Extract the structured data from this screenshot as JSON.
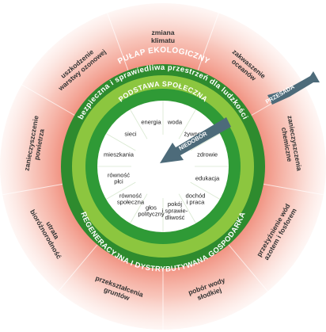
{
  "outer_ring_title": "PUŁAP EKOLOGICZNY",
  "middle_ring_title": "bezpieczna i sprawiedliwa przestrzeń dla ludzkości",
  "inner_ring_title": "PODSTAWA SPOŁECZNA",
  "bottom_ring_title": "REGENERACYJNA I DYSTRYBUTYWANA GOSPODARKA",
  "overshoot_label": "PRZESADA",
  "shortfall_label": "NIEDOBÓR",
  "ecological_ceiling": [
    {
      "line1": "zmiana",
      "line2": "klimatu"
    },
    {
      "line1": "zakwaszenie",
      "line2": "oceanów"
    },
    {
      "line1": "zanieczyszczenia",
      "line2": "chemiczne"
    },
    {
      "line1": "przeżyźnienie wód",
      "line2": "azotem i fosforem"
    },
    {
      "line1": "pobór wody",
      "line2": "słodkiej"
    },
    {
      "line1": "przekształcenia",
      "line2": "gruntów"
    },
    {
      "line1": "utrata",
      "line2": "bioróżnorodność"
    },
    {
      "line1": "zanieczyszczenie",
      "line2": "powietrza"
    },
    {
      "line1": "uszkodzenie",
      "line2": "warstwy ozonowej"
    }
  ],
  "social_foundation": [
    {
      "line1": "woda",
      "line2": ""
    },
    {
      "line1": "żywność",
      "line2": ""
    },
    {
      "line1": "zdrowie",
      "line2": ""
    },
    {
      "line1": "edukacja",
      "line2": ""
    },
    {
      "line1": "dochód",
      "line2": "i praca"
    },
    {
      "line1": "pokój",
      "line2": "i sprawie-",
      "line3": "dliwość"
    },
    {
      "line1": "głos",
      "line2": "polityczny"
    },
    {
      "line1": "równość",
      "line2": "społeczna"
    },
    {
      "line1": "równość",
      "line2": "płci"
    },
    {
      "line1": "mieszkania",
      "line2": ""
    },
    {
      "line1": "sieci",
      "line2": ""
    },
    {
      "line1": "energia",
      "line2": ""
    }
  ],
  "colors": {
    "outer_green": "#2e8b2e",
    "inner_green": "#2f9a36",
    "band_green": "#8cc63f",
    "overshoot_glow": "#f08c7a",
    "arrow": "#4d6b7a"
  }
}
